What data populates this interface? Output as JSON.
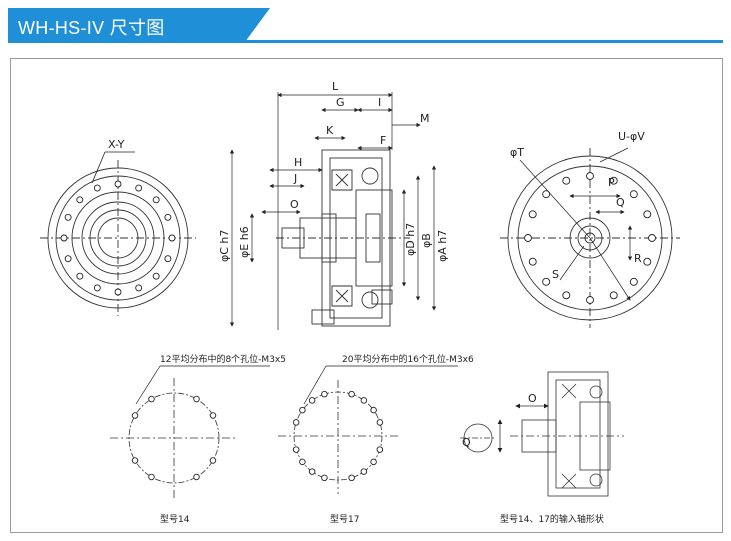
{
  "header": {
    "title": "WH-HS-IV 尺寸图",
    "accent_color": "#1f8fd8"
  },
  "views": {
    "left_view": {
      "label": "X-Y"
    },
    "side_view": {
      "dims": {
        "L": "L",
        "G": "G",
        "I": "I",
        "M": "M",
        "K": "K",
        "F": "F",
        "H": "H",
        "J": "J",
        "O": "O"
      },
      "diameters": {
        "C": "φC h7",
        "E": "φE h6",
        "D": "φD h7",
        "B": "φB",
        "A": "φA h7"
      }
    },
    "right_view": {
      "T": "φT",
      "UV": "U-φV",
      "P": "P",
      "Q": "Q",
      "S": "S",
      "R": "R"
    }
  },
  "bottom": {
    "hole12": {
      "note": "12平均分布中的8个孔位-M3x5",
      "caption": "型号14"
    },
    "hole20": {
      "note": "20平均分布中的16个孔位-M3x6",
      "caption": "型号17"
    },
    "shaft": {
      "O": "O",
      "Q": "Q",
      "caption": "型号14、17的输入轴形状"
    }
  }
}
